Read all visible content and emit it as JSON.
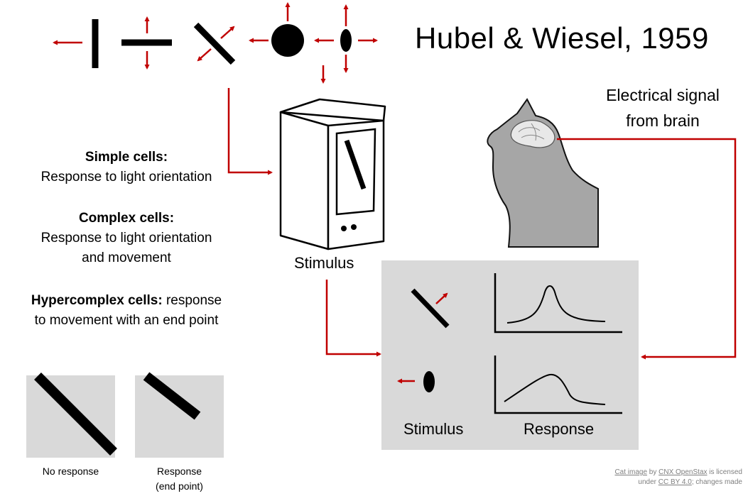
{
  "title": "Hubel & Wiesel, 1959",
  "signal": {
    "line1": "Electrical signal",
    "line2": "from brain"
  },
  "cells": {
    "simple": {
      "name": "Simple cells",
      "line1": "Response to light orientation"
    },
    "complex": {
      "name": "Complex cells",
      "line1": "Response to light orientation",
      "line2": "and movement"
    },
    "hypercomplex": {
      "name": "Hypercomplex cells",
      "tail": "response",
      "line2": "to movement with an end point"
    }
  },
  "labels": {
    "stimulus_top": "Stimulus",
    "panel_stimulus": "Stimulus",
    "panel_response": "Response",
    "no_response": "No response",
    "response_end": "Response",
    "end_point": "(end point)"
  },
  "credit": {
    "cat_image": "Cat image",
    "by": "by",
    "source": "CNX OpenStax",
    "is_licensed": "is licensed",
    "under": "under",
    "license": "CC BY 4.0",
    "changes": "; changes made"
  },
  "colors": {
    "arrow": "#c00000",
    "panel": "#d9d9d9",
    "cat": "#a6a6a6"
  },
  "icons": [
    "bar-stimulus-icon",
    "arrow-icon",
    "cat-icon",
    "brain-icon",
    "monitor-icon"
  ]
}
